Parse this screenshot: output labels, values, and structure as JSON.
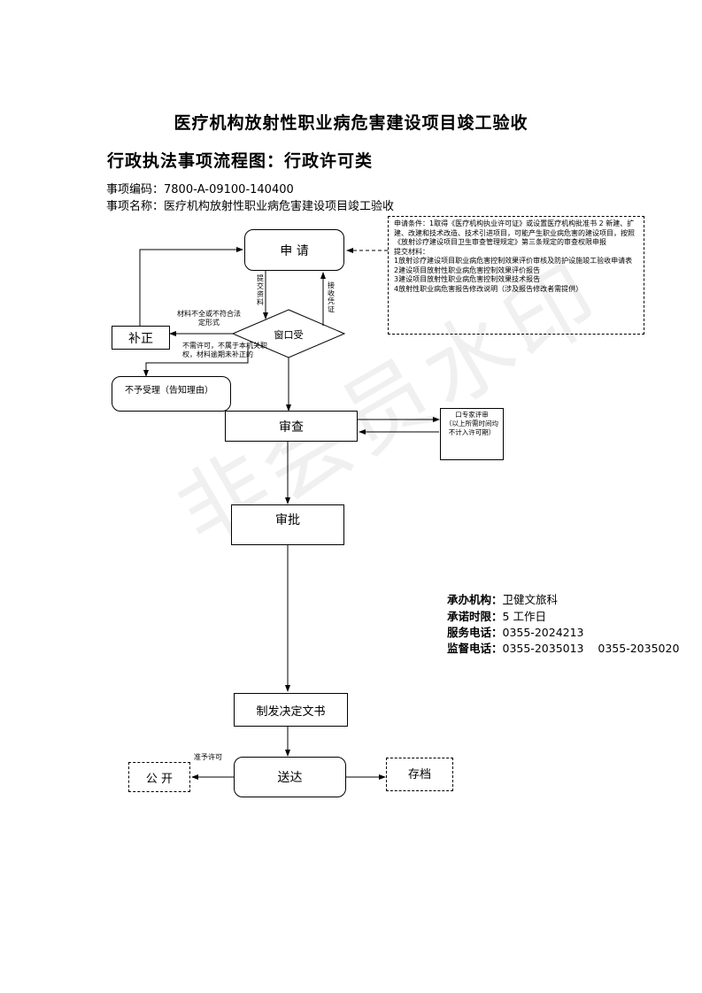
{
  "title": "医疗机构放射性职业病危害建设项目竣工验收",
  "subtitle": "行政执法事项流程图：行政许可类",
  "item_code": {
    "label": "事项编码：",
    "value": "7800-A-09100-140400"
  },
  "item_name": {
    "label": "事项名称：",
    "value": "医疗机构放射性职业病危害建设项目竣工验收"
  },
  "watermark": "非会员水印",
  "nodes": {
    "apply": "申 请",
    "window": "窗口受",
    "supplement": "补正",
    "reject": "不予受理（告知理由）",
    "review": "审查",
    "expert": "口专家评审\n（以上所需时间均不计入许可期）",
    "approve": "审批",
    "decision": "制发决定文书",
    "deliver": "送达",
    "publish": "公 开",
    "archive": "存档"
  },
  "edge_labels": {
    "submit": "提交资料",
    "receipt": "接收凭证",
    "incomplete": "材料不全或不符合法定形式",
    "not_permit": "不需许可，不属于本机关职权，材料逾期未补正的",
    "grant": "准予许可"
  },
  "notes": [
    "申请条件：1取得《医疗机构执业许可证》或设置医疗机构批准书 2 新建、扩建、改建和技术改造、技术引进项目，可能产生职业病危害的建设项目，按照《放射诊疗建设项目卫生审查管理规定》第三条规定的审查权限申报",
    "提交材料：",
    "1放射诊疗建设项目职业病危害控制效果评价审核及防护设施竣工验收申请表",
    "2建设项目放射性职业病危害控制效果评价报告",
    "3建设项目放射性职业病危害控制效果技术报告",
    "4放射性职业病危害报告修改说明（涉及报告修改者需提供）"
  ],
  "contact": {
    "org_label": "承办机构：",
    "org": "卫健文旅科",
    "time_label": "承诺时限：",
    "time": "5 工作日",
    "phone_label": "服务电话：",
    "phone": "0355-2024213",
    "supervise_label": "监督电话：",
    "supervise": "0355-2035013    0355-2035020"
  }
}
